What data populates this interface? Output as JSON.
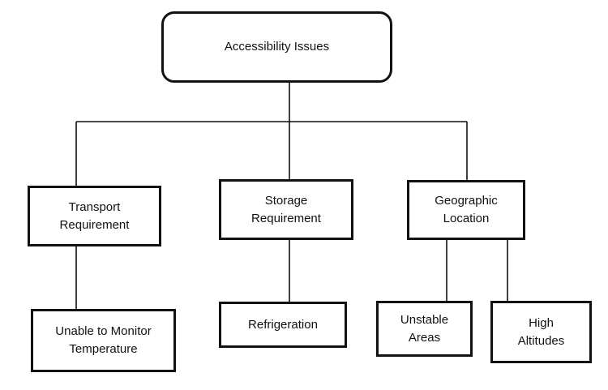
{
  "diagram": {
    "root": {
      "label": "Accessibility Issues"
    },
    "categories": [
      {
        "label": "Transport\nRequirement"
      },
      {
        "label": "Storage\nRequirement"
      },
      {
        "label": "Geographic\nLocation"
      }
    ],
    "leaves": [
      {
        "label": "Unable to Monitor\nTemperature"
      },
      {
        "label": "Refrigeration"
      },
      {
        "label": "Unstable\nAreas"
      },
      {
        "label": "High\nAltitudes"
      }
    ],
    "colors": {
      "stroke": "#111111",
      "background": "#ffffff",
      "text": "#111111"
    }
  }
}
